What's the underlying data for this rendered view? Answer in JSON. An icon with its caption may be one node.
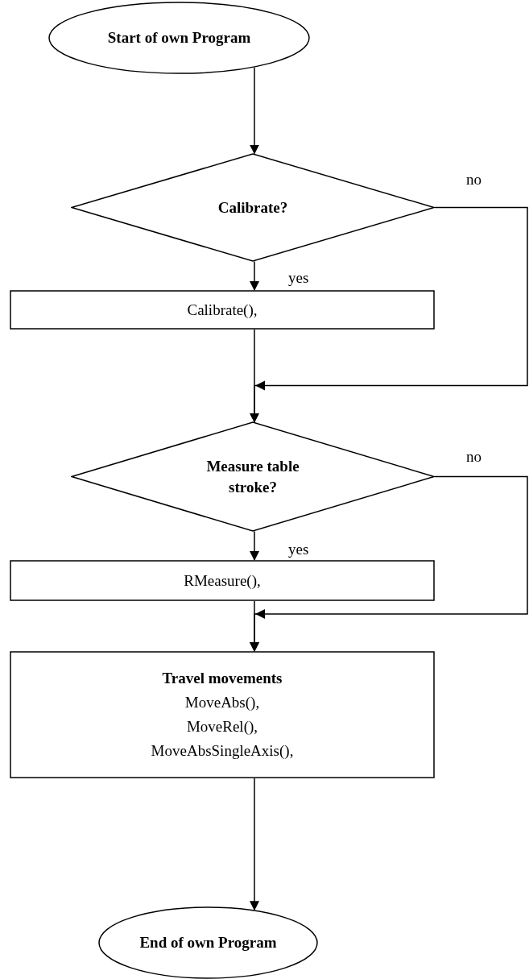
{
  "diagram": {
    "nodes": [
      {
        "text": [
          "Start of own Program"
        ]
      },
      {
        "text": [
          "Calibrate?"
        ]
      },
      {
        "text": [
          "Calibrate(),"
        ]
      },
      {
        "text": [
          "Measure table stroke?"
        ]
      },
      {
        "text": [
          "RMeasure(),"
        ]
      },
      {
        "text": [
          "Travel movements",
          "MoveAbs(),",
          "MoveRel(),",
          "MoveAbsSingleAxis(),"
        ]
      },
      {
        "text": [
          "End of own Program"
        ]
      }
    ],
    "edges": [
      {
        "from": 0,
        "to": 1,
        "arrow": "to"
      },
      {
        "from": 1,
        "to": 2,
        "arrow": "to",
        "label": "yes"
      },
      {
        "from": 1,
        "to": 3,
        "arrow": "to",
        "label": "no"
      },
      {
        "from": 2,
        "to": 3,
        "arrow": "to"
      },
      {
        "from": 3,
        "to": 4,
        "arrow": "to",
        "label": "yes"
      },
      {
        "from": 3,
        "to": 5,
        "arrow": "to",
        "label": "no"
      },
      {
        "from": 4,
        "to": 5,
        "arrow": "to"
      },
      {
        "from": 5,
        "to": 6,
        "arrow": "to"
      }
    ]
  }
}
